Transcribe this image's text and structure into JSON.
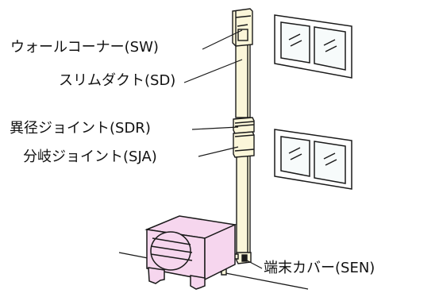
{
  "labels": {
    "wall_corner": "ウォールコーナー(SW)",
    "slim_duct": "スリムダクト(SD)",
    "reducer_joint": "異径ジョイント(SDR)",
    "branch_joint": "分岐ジョイント(SJA)",
    "end_cover": "端末カバー(SEN)"
  },
  "colors": {
    "duct": "#fbf6d9",
    "outdoor_unit": "#f6d6ee",
    "line": "#1a1a1a",
    "window_glass": "#eef6f6"
  }
}
